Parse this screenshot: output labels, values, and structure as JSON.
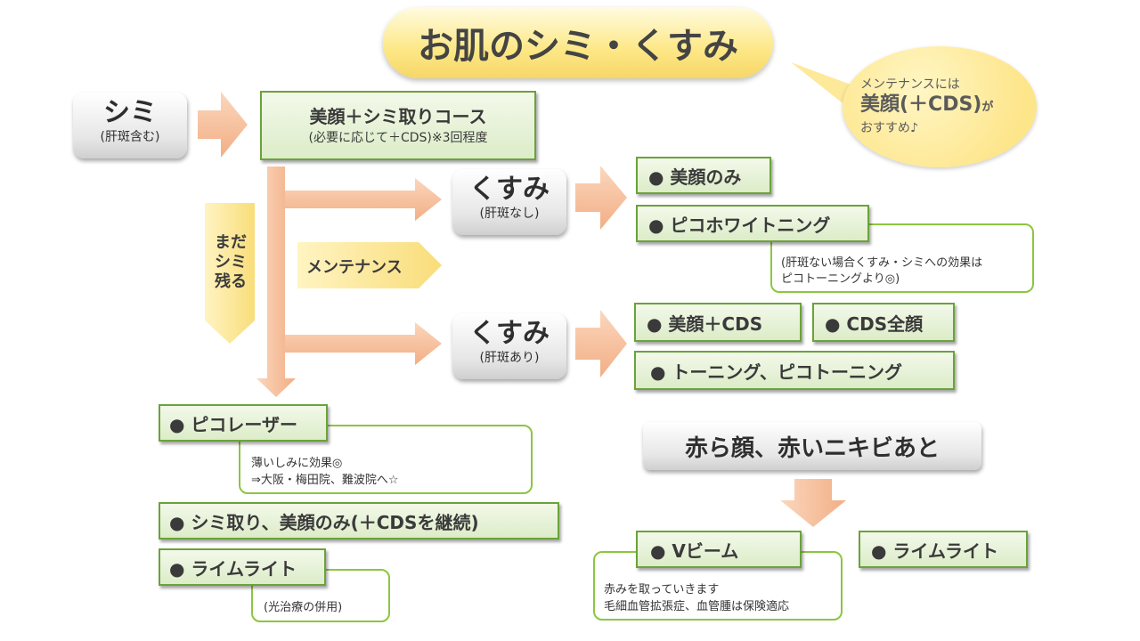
{
  "title": "お肌のシミ・くすみ",
  "bubble": {
    "line1": "メンテナンスには",
    "line2": "美顔(＋CDS)",
    "line2_suffix": "が",
    "line3": "おすすめ♪"
  },
  "shimi": {
    "label": "シミ",
    "sub": "(肝斑含む)"
  },
  "course": {
    "line1": "美顔＋シミ取りコース",
    "line2": "(必要に応じて＋CDS)※3回程度"
  },
  "still": {
    "text": "まだ\nシミ\n残る"
  },
  "maintenance": "メンテナンス",
  "kusumi_a": {
    "label": "くすみ",
    "sub": "(肝斑なし)"
  },
  "kusumi_b": {
    "label": "くすみ",
    "sub": "(肝斑あり)"
  },
  "options_a": [
    "●  美顔のみ",
    "●  ピコホワイトニング"
  ],
  "note_a": "(肝斑ない場合くすみ・シミへの効果は\nピコトーニングより◎)",
  "options_b": [
    "●  美顔＋CDS",
    "●  CDS全顔",
    "●  トーニング、ピコトーニング"
  ],
  "pico_laser": "●  ピコレーザー",
  "note_pico": "薄いしみに効果◎\n⇒大阪・梅田院、難波院へ☆",
  "shimi_tori": "●  シミ取り、美顔のみ(＋CDSを継続)",
  "lime_left": "●  ライムライト",
  "note_lime": "(光治療の併用)",
  "red": {
    "title": "赤ら顔、赤いニキビあと",
    "vbeam": "●  Vビーム",
    "lime": "●  ライムライト",
    "note": "赤みを取っていきます\n毛細血管拡張症、血管腫は保険適応"
  },
  "colors": {
    "green_border": "#6aa33a",
    "note_border": "#8cc63f",
    "arrow": "#f4b48a",
    "title_bg": "#fde886"
  }
}
